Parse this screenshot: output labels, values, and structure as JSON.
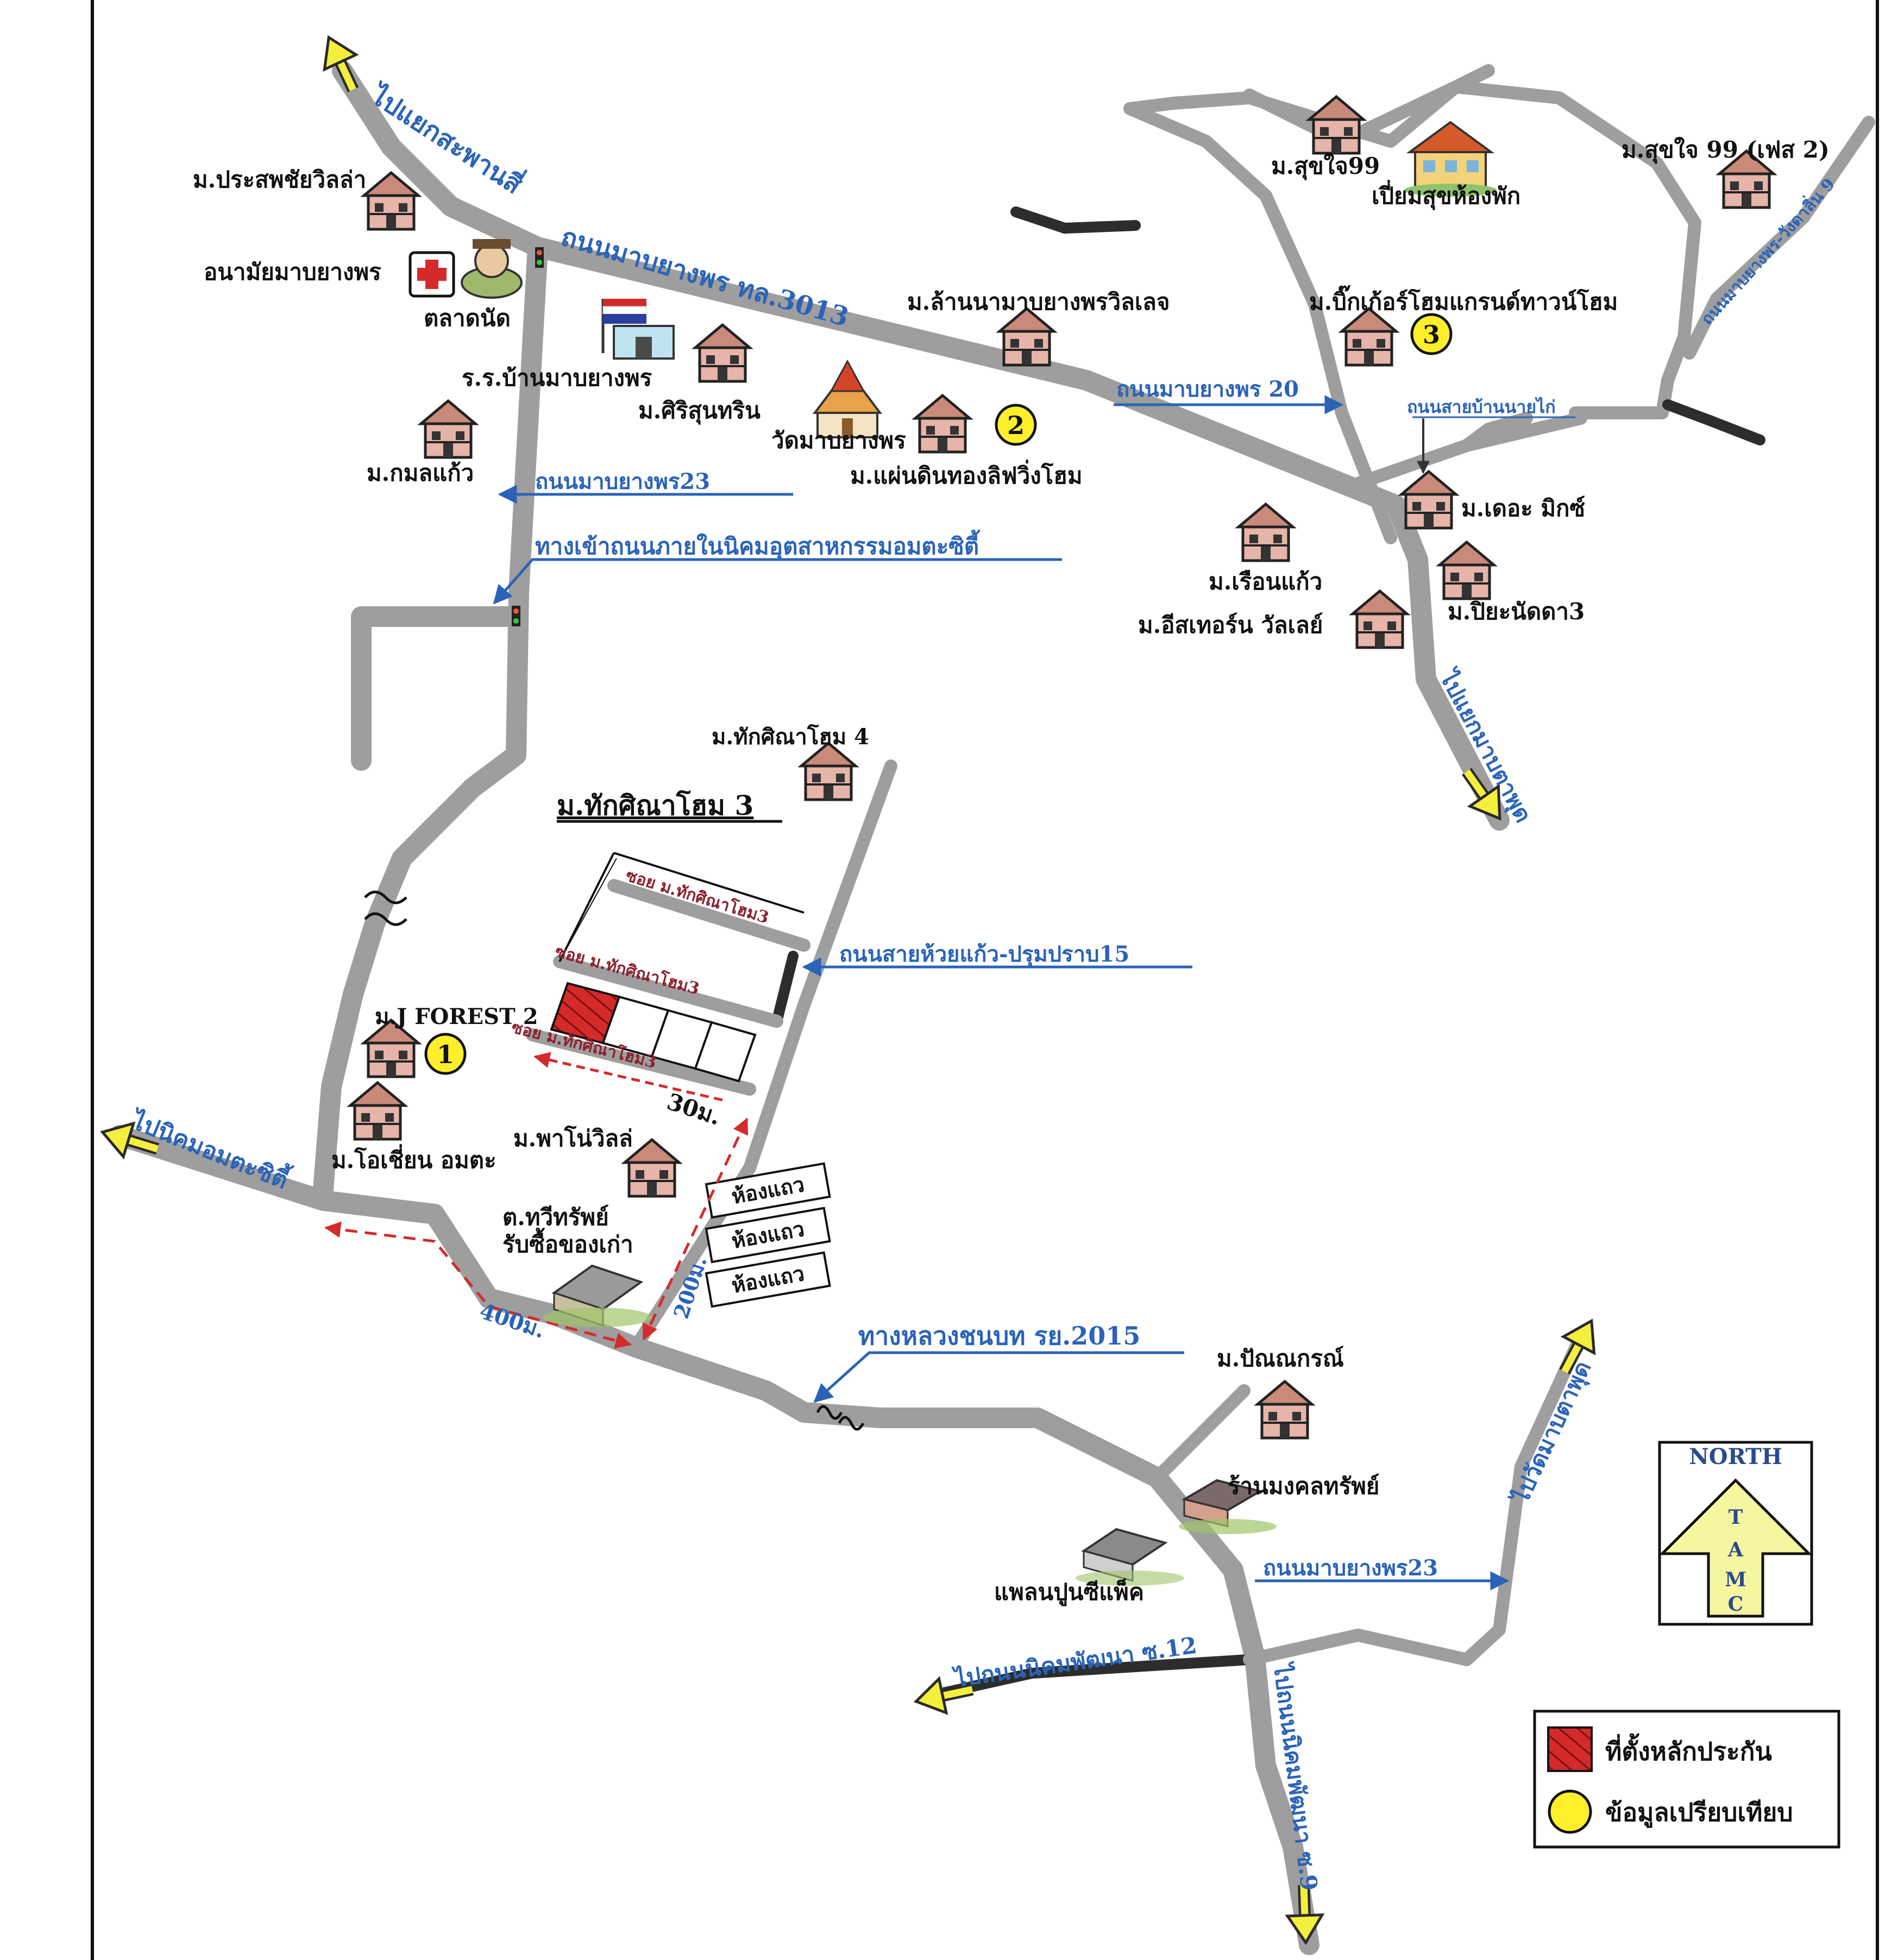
{
  "colors": {
    "road": "#9e9e9e",
    "road_dark": "#2d2d2d",
    "label_blue": "#2a63b8",
    "soi_label": "#8b1e2a",
    "collateral": "#d42a2a",
    "comparison": "#ffef2a",
    "north_box": "#f6f6a0",
    "distance": "#d42a2a"
  },
  "roads": {
    "yak_saphan_si": "ไปแยกสะพานสี่",
    "mabyangphon_3013": "ถนนมาบยางพร ทล.3013",
    "mabyangphon_20": "ถนนมาบยางพร 20",
    "sai_ban_nai_kai": "ถนนสายบ้านนายไก่",
    "mabyangphon_wangdan_9": "ถนนมาบยางพร-วังดาลิ่น 9",
    "yak_maptaphut": "ไปแยกมาบตาพุด",
    "mabyangphon_23_top": "ถนนมาบยางพร23",
    "amata_entrance": "ทางเข้าถนนภายในนิคมอุตสาหกรรมอมตะซิตี้",
    "huaikaeo_pluakprap_15": "ถนนสายห้วยแก้ว-ปรุมปราบ15",
    "to_amata_city": "ไปนิคมอมตะซิตี้",
    "rural_2015": "ทางหลวงชนบท รย.2015",
    "mabyangphon_23_bottom": "ถนนมาบยางพร23",
    "to_wat_map_ta_phut": "ไปวัดมาบตาพุด",
    "to_nikhom_phatthana_12": "ไปถนนนิคมพัฒนา ซ.12",
    "to_nikhom_phatthana_9": "ไปถนนนิคมพัฒนา ซ.9"
  },
  "sois": {
    "top": "ซอย ม.ทักศิณาโฮม3",
    "middle": "ซอย ม.ทักศิณาโฮม3",
    "bottom": "ซอย ม.ทักศิณาโฮม3"
  },
  "places": {
    "prasopchai_villa": "ม.ประสพชัยวิลล่า",
    "health_center": "อนามัยมาบยางพร",
    "market": "ตลาดนัด",
    "school": "ร.ร.บ้านมาบยางพร",
    "siri_suntharin": "ม.ศิริสุนทริน",
    "kamonkaew": "ม.กมลแก้ว",
    "temple": "วัดมาบยางพร",
    "lanna_village": "ม.ล้านนามาบยางพรวิลเลจ",
    "phaendin_thong": "ม.แผ่นดินทองลิฟวิ่งโฮม",
    "sukjai99": "ม.สุขใจ99",
    "piam_suk_rooms": "เปี่ยมสุขห้องพัก",
    "sukjai99_phase2": "ม.สุขใจ 99 (เฟส 2)",
    "big_home_grand": "ม.บิ๊กเก้อร์โฮมแกรนด์ทาวน์โฮม",
    "the_mix": "ม.เดอะ มิกซ์",
    "ruean_kaew": "ม.เรือนแก้ว",
    "eastern_valley": "ม.อีสเทอร์น วัลเลย์",
    "piyanatda3": "ม.ปิยะนัดดา3",
    "thaksina_home4": "ม.ทักศิณาโฮม 4",
    "thaksina_home3": "ม.ทักศิณาโฮม 3",
    "j_forest2": "ม.J FOREST 2",
    "ocean_amata": "ม.โอเชี่ยน อมตะ",
    "pano_villa": "ม.พาโน่วิลล่",
    "shop_line1": "ต.ทวีทรัพย์",
    "shop_line2": "รับซื้อของเก่า",
    "row_house": "ห้องแถว",
    "punnakorn": "ม.ปัณณกรณ์",
    "mongkhon_sap": "ร้านมงคลทรัพย์",
    "cement_plant": "แพลนปูนซีแพ็ค"
  },
  "comparables": [
    "1",
    "2",
    "3"
  ],
  "distances": {
    "d400": "400ม.",
    "d200": "200ม.",
    "d30": "30ม."
  },
  "compass": {
    "north": "NORTH",
    "letters": [
      "T",
      "A",
      "M",
      "C"
    ]
  },
  "legend": {
    "collateral": "ที่ตั้งหลักประกัน",
    "comparison": "ข้อมูลเปรียบเทียบ"
  }
}
